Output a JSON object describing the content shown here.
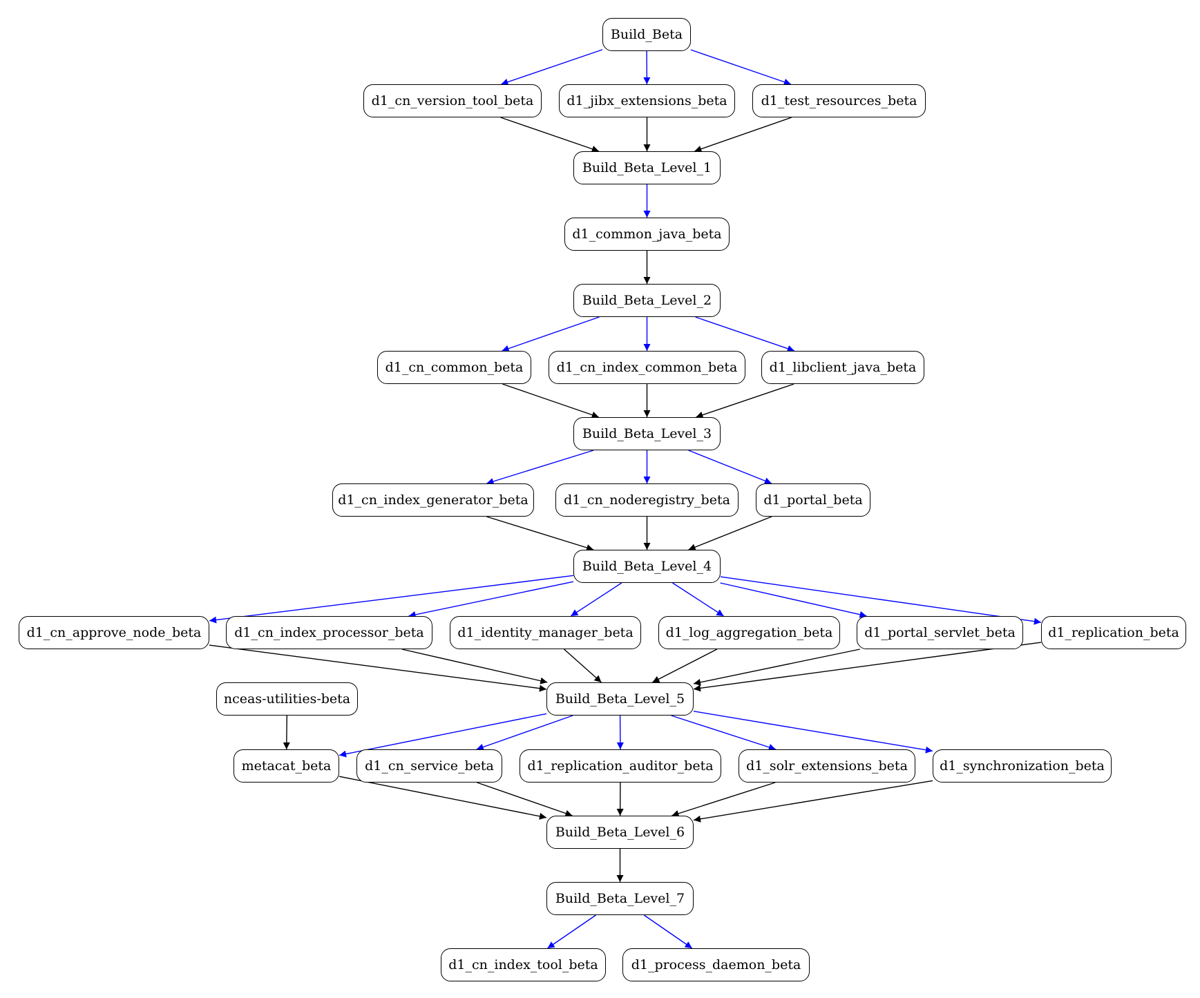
{
  "diagram": {
    "colors": {
      "trigger_edge": "#0000ff",
      "dependency_edge": "#000000"
    },
    "nodes": [
      {
        "id": "bb",
        "label": "Build_Beta"
      },
      {
        "id": "vt",
        "label": "d1_cn_version_tool_beta"
      },
      {
        "id": "jx",
        "label": "d1_jibx_extensions_beta"
      },
      {
        "id": "tr",
        "label": "d1_test_resources_beta"
      },
      {
        "id": "l1",
        "label": "Build_Beta_Level_1"
      },
      {
        "id": "cj",
        "label": "d1_common_java_beta"
      },
      {
        "id": "l2",
        "label": "Build_Beta_Level_2"
      },
      {
        "id": "cc",
        "label": "d1_cn_common_beta"
      },
      {
        "id": "ic",
        "label": "d1_cn_index_common_beta"
      },
      {
        "id": "lj",
        "label": "d1_libclient_java_beta"
      },
      {
        "id": "l3",
        "label": "Build_Beta_Level_3"
      },
      {
        "id": "ig",
        "label": "d1_cn_index_generator_beta"
      },
      {
        "id": "nr",
        "label": "d1_cn_noderegistry_beta"
      },
      {
        "id": "po",
        "label": "d1_portal_beta"
      },
      {
        "id": "l4",
        "label": "Build_Beta_Level_4"
      },
      {
        "id": "an",
        "label": "d1_cn_approve_node_beta"
      },
      {
        "id": "ip",
        "label": "d1_cn_index_processor_beta"
      },
      {
        "id": "im",
        "label": "d1_identity_manager_beta"
      },
      {
        "id": "la",
        "label": "d1_log_aggregation_beta"
      },
      {
        "id": "ps",
        "label": "d1_portal_servlet_beta"
      },
      {
        "id": "rp",
        "label": "d1_replication_beta"
      },
      {
        "id": "nu",
        "label": "nceas-utilities-beta"
      },
      {
        "id": "l5",
        "label": "Build_Beta_Level_5"
      },
      {
        "id": "mc",
        "label": "metacat_beta"
      },
      {
        "id": "cs",
        "label": "d1_cn_service_beta"
      },
      {
        "id": "ra",
        "label": "d1_replication_auditor_beta"
      },
      {
        "id": "se",
        "label": "d1_solr_extensions_beta"
      },
      {
        "id": "sy",
        "label": "d1_synchronization_beta"
      },
      {
        "id": "l6",
        "label": "Build_Beta_Level_6"
      },
      {
        "id": "l7",
        "label": "Build_Beta_Level_7"
      },
      {
        "id": "it",
        "label": "d1_cn_index_tool_beta"
      },
      {
        "id": "pd",
        "label": "d1_process_daemon_beta"
      }
    ],
    "edges": [
      {
        "from": "bb",
        "to": "vt",
        "kind": "trigger"
      },
      {
        "from": "bb",
        "to": "jx",
        "kind": "trigger"
      },
      {
        "from": "bb",
        "to": "tr",
        "kind": "trigger"
      },
      {
        "from": "vt",
        "to": "l1",
        "kind": "dependency"
      },
      {
        "from": "jx",
        "to": "l1",
        "kind": "dependency"
      },
      {
        "from": "tr",
        "to": "l1",
        "kind": "dependency"
      },
      {
        "from": "l1",
        "to": "cj",
        "kind": "trigger"
      },
      {
        "from": "cj",
        "to": "l2",
        "kind": "dependency"
      },
      {
        "from": "l2",
        "to": "cc",
        "kind": "trigger"
      },
      {
        "from": "l2",
        "to": "ic",
        "kind": "trigger"
      },
      {
        "from": "l2",
        "to": "lj",
        "kind": "trigger"
      },
      {
        "from": "cc",
        "to": "l3",
        "kind": "dependency"
      },
      {
        "from": "ic",
        "to": "l3",
        "kind": "dependency"
      },
      {
        "from": "lj",
        "to": "l3",
        "kind": "dependency"
      },
      {
        "from": "l3",
        "to": "ig",
        "kind": "trigger"
      },
      {
        "from": "l3",
        "to": "nr",
        "kind": "trigger"
      },
      {
        "from": "l3",
        "to": "po",
        "kind": "trigger"
      },
      {
        "from": "ig",
        "to": "l4",
        "kind": "dependency"
      },
      {
        "from": "nr",
        "to": "l4",
        "kind": "dependency"
      },
      {
        "from": "po",
        "to": "l4",
        "kind": "dependency"
      },
      {
        "from": "l4",
        "to": "an",
        "kind": "trigger"
      },
      {
        "from": "l4",
        "to": "ip",
        "kind": "trigger"
      },
      {
        "from": "l4",
        "to": "im",
        "kind": "trigger"
      },
      {
        "from": "l4",
        "to": "la",
        "kind": "trigger"
      },
      {
        "from": "l4",
        "to": "ps",
        "kind": "trigger"
      },
      {
        "from": "l4",
        "to": "rp",
        "kind": "trigger"
      },
      {
        "from": "an",
        "to": "l5",
        "kind": "dependency"
      },
      {
        "from": "ip",
        "to": "l5",
        "kind": "dependency"
      },
      {
        "from": "im",
        "to": "l5",
        "kind": "dependency"
      },
      {
        "from": "la",
        "to": "l5",
        "kind": "dependency"
      },
      {
        "from": "ps",
        "to": "l5",
        "kind": "dependency"
      },
      {
        "from": "rp",
        "to": "l5",
        "kind": "dependency"
      },
      {
        "from": "nu",
        "to": "mc",
        "kind": "dependency"
      },
      {
        "from": "l5",
        "to": "mc",
        "kind": "trigger"
      },
      {
        "from": "l5",
        "to": "cs",
        "kind": "trigger"
      },
      {
        "from": "l5",
        "to": "ra",
        "kind": "trigger"
      },
      {
        "from": "l5",
        "to": "se",
        "kind": "trigger"
      },
      {
        "from": "l5",
        "to": "sy",
        "kind": "trigger"
      },
      {
        "from": "mc",
        "to": "l6",
        "kind": "dependency"
      },
      {
        "from": "cs",
        "to": "l6",
        "kind": "dependency"
      },
      {
        "from": "ra",
        "to": "l6",
        "kind": "dependency"
      },
      {
        "from": "se",
        "to": "l6",
        "kind": "dependency"
      },
      {
        "from": "sy",
        "to": "l6",
        "kind": "dependency"
      },
      {
        "from": "l6",
        "to": "l7",
        "kind": "dependency"
      },
      {
        "from": "l7",
        "to": "it",
        "kind": "trigger"
      },
      {
        "from": "l7",
        "to": "pd",
        "kind": "trigger"
      }
    ]
  }
}
